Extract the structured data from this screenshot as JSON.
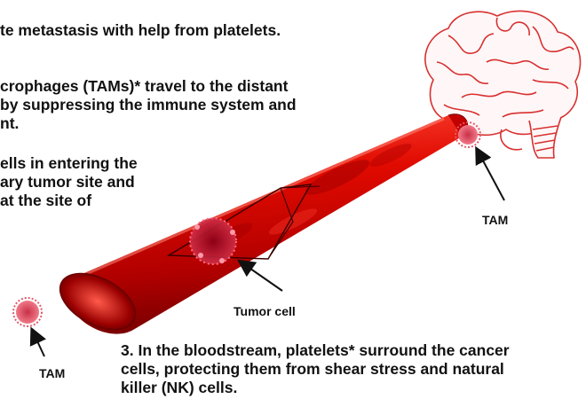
{
  "text_block_1": {
    "line_1": "te metastasis with help from platelets."
  },
  "text_block_2": {
    "line_1": "crophages (TAMs)* travel to the distant",
    "line_2": " by suppressing the immune system and",
    "line_3": "nt."
  },
  "text_block_3": {
    "line_1": "ells in entering the",
    "line_2": "ary tumor site and",
    "line_3": "at the site of"
  },
  "text_block_4": {
    "line_1": "3. In the bloodstream, platelets* surround the cancer",
    "line_2": "cells, protecting them from shear stress and natural",
    "line_3": "killer (NK) cells."
  },
  "labels": {
    "tam_right": "TAM",
    "tam_left": "TAM",
    "tumor_cell": "Tumor cell"
  },
  "colors": {
    "vessel": "#d40000",
    "vessel_dark": "#7a0000",
    "brain_outline": "#d83030",
    "tam": "#e05a6a",
    "tumor": "#b0102a"
  }
}
